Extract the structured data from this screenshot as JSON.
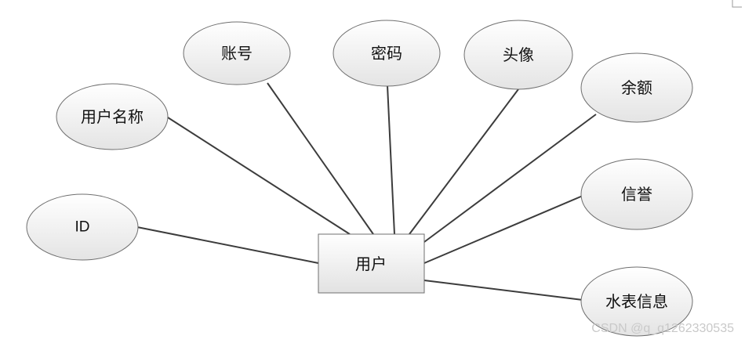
{
  "entity": {
    "label": "用户"
  },
  "attributes": [
    {
      "key": "id",
      "label": "ID"
    },
    {
      "key": "username",
      "label": "用户名称"
    },
    {
      "key": "account",
      "label": "账号"
    },
    {
      "key": "password",
      "label": "密码"
    },
    {
      "key": "avatar",
      "label": "头像"
    },
    {
      "key": "balance",
      "label": "余额"
    },
    {
      "key": "credit",
      "label": "信誉"
    },
    {
      "key": "water_meter",
      "label": "水表信息"
    }
  ],
  "watermark": "CSDN @q_q1262330535",
  "colors": {
    "ellipse_fill_top": "#ffffff",
    "ellipse_fill_bottom": "#e4e4e4",
    "stroke": "#6f6f6f",
    "line": "#3c3c3c"
  }
}
